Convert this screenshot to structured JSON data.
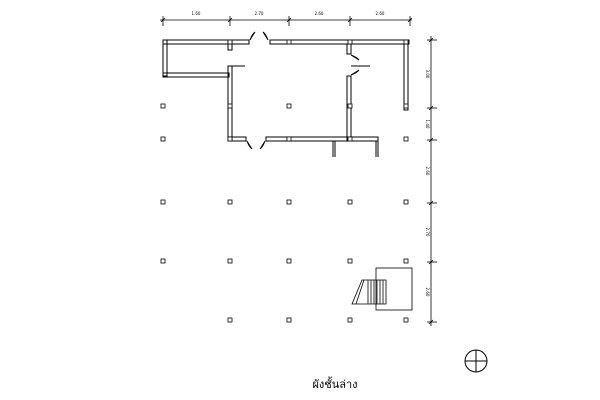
{
  "plan": {
    "title": "ผังชั้นล่าง",
    "dimensions_top": [
      "1.60",
      "2.70",
      "2.60",
      "2.60"
    ],
    "dimensions_right": [
      "3.00",
      "1.40",
      "2.60",
      "2.70",
      "2.60"
    ]
  },
  "colors": {
    "line": "#000000",
    "background": "#ffffff"
  },
  "icons": {
    "north": "north-arrow-icon"
  }
}
